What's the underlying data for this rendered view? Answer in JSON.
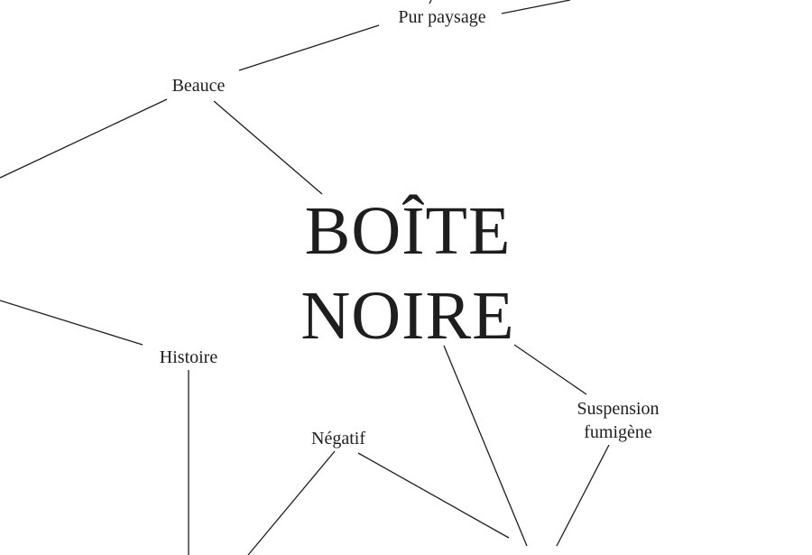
{
  "title": {
    "line1": "BOÎTE",
    "line2": "NOIRE"
  },
  "nodes": {
    "pur_paysage": "Pur paysage",
    "beauce": "Beauce",
    "histoire": "Histoire",
    "negatif": "Négatif",
    "suspension_line1": "Suspension",
    "suspension_line2": "fumigène"
  },
  "colors": {
    "ink": "#1e1e1e",
    "background": "#ffffff"
  }
}
